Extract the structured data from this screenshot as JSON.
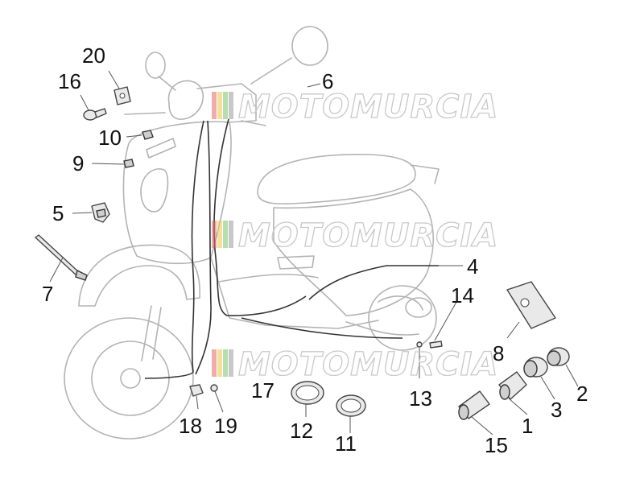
{
  "watermark": {
    "text": "MOTOMURCIA",
    "colors": [
      "#e06a6a",
      "#e8c64a",
      "#7bbf6a",
      "#9a9a9a"
    ]
  },
  "callouts": {
    "c1": "1",
    "c2": "2",
    "c3": "3",
    "c4": "4",
    "c5": "5",
    "c6": "6",
    "c7": "7",
    "c8": "8",
    "c9": "9",
    "c10": "10",
    "c11": "11",
    "c12": "12",
    "c13": "13",
    "c14": "14",
    "c15": "15",
    "c16": "16",
    "c17": "17",
    "c18": "18",
    "c19": "19",
    "c20": "20"
  }
}
